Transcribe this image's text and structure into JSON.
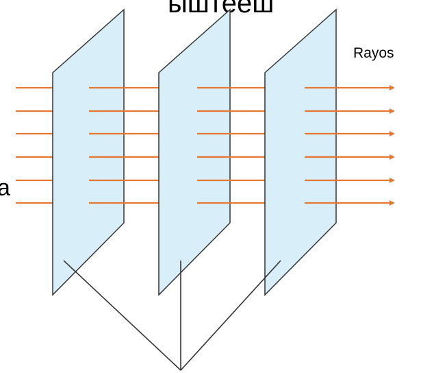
{
  "labels": {
    "rays": "Rayos",
    "top_fragment": "ыштееш",
    "left_fragment": "а"
  },
  "colors": {
    "wavefront_fill": "#d8effa",
    "wavefront_stroke": "#333333",
    "ray": "#e67832",
    "pointer_line": "#333333",
    "text": "#000000"
  }
}
